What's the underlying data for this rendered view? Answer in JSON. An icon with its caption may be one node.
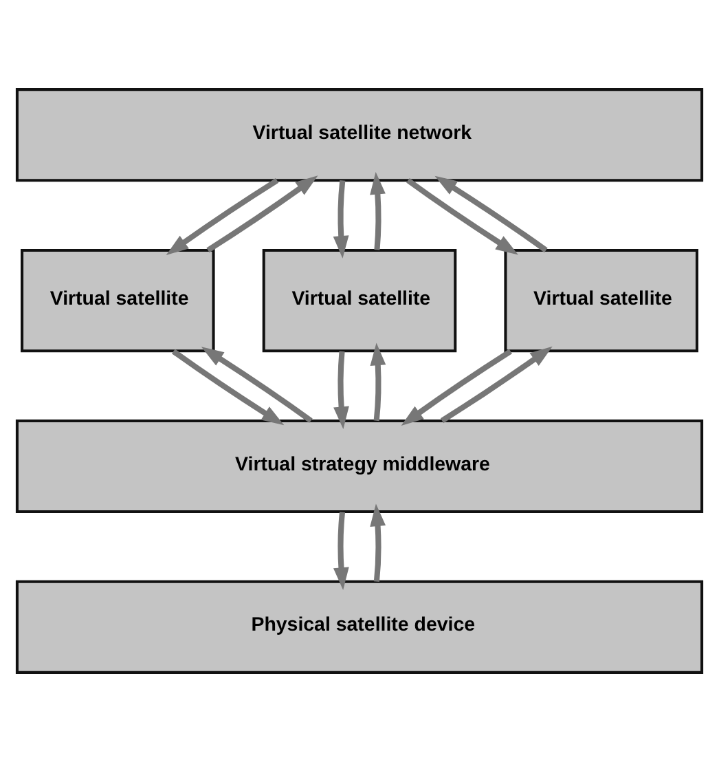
{
  "diagram": {
    "nodes": [
      {
        "text": [
          "Virtual satellite network"
        ]
      },
      {
        "text": [
          "Virtual satellite"
        ]
      },
      {
        "text": [
          "Virtual satellite"
        ]
      },
      {
        "text": [
          "Virtual satellite"
        ]
      },
      {
        "text": [
          "Virtual strategy middleware"
        ]
      },
      {
        "text": [
          "Physical satellite device"
        ]
      }
    ],
    "edges": [
      {
        "from": 0,
        "to": 1,
        "arrow": "to"
      },
      {
        "from": 1,
        "to": 0,
        "arrow": "to"
      },
      {
        "from": 0,
        "to": 2,
        "arrow": "to"
      },
      {
        "from": 2,
        "to": 0,
        "arrow": "to"
      },
      {
        "from": 0,
        "to": 3,
        "arrow": "to"
      },
      {
        "from": 3,
        "to": 0,
        "arrow": "to"
      },
      {
        "from": 1,
        "to": 4,
        "arrow": "to"
      },
      {
        "from": 4,
        "to": 1,
        "arrow": "to"
      },
      {
        "from": 2,
        "to": 4,
        "arrow": "to"
      },
      {
        "from": 4,
        "to": 2,
        "arrow": "to"
      },
      {
        "from": 3,
        "to": 4,
        "arrow": "to"
      },
      {
        "from": 4,
        "to": 3,
        "arrow": "to"
      },
      {
        "from": 4,
        "to": 5,
        "arrow": "to"
      },
      {
        "from": 5,
        "to": 4,
        "arrow": "to"
      }
    ]
  }
}
